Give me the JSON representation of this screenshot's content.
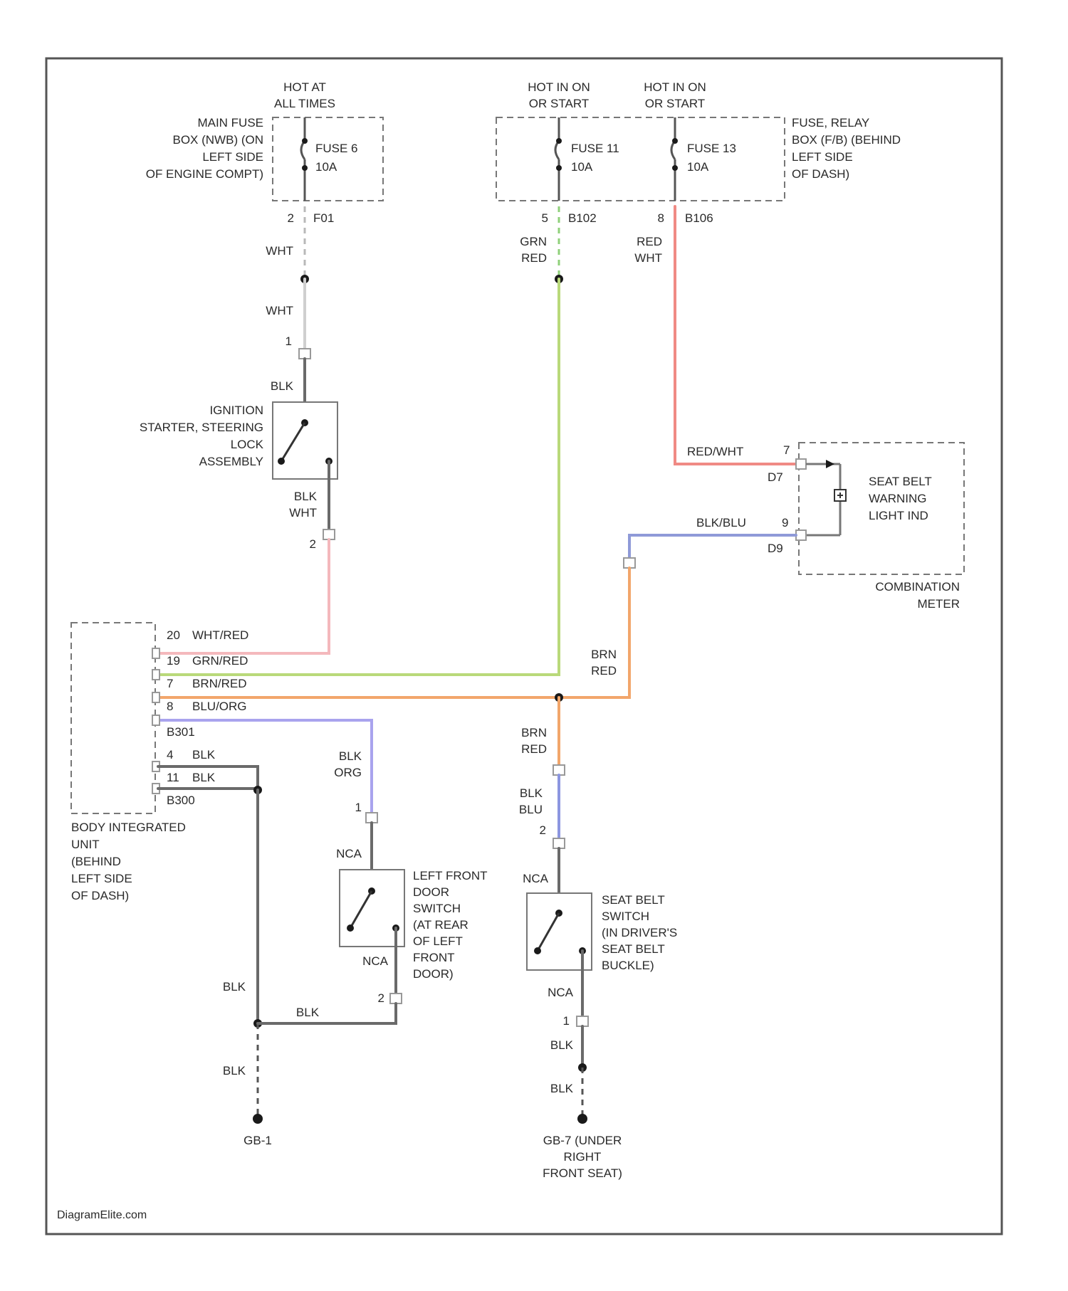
{
  "colors": {
    "frame": "#555555",
    "wire_white": "#cfcfcf",
    "wire_green_red": "#b9d97a",
    "wire_red": "#f08a84",
    "wire_red_white": "#f0a0a0",
    "wire_white_red": "#f4b8bc",
    "wire_brown_red": "#f2a66b",
    "wire_blue_orange": "#a9a3ee",
    "wire_black": "#6a6a6a",
    "wire_black_blue": "#8c96e0",
    "wire_blk_blu": "#8f9ad8"
  },
  "power": {
    "hot_always": [
      "HOT AT",
      "ALL TIMES"
    ],
    "hot_run_1": [
      "HOT IN ON",
      "OR START"
    ],
    "hot_run_2": [
      "HOT IN ON",
      "OR START"
    ],
    "main_fuse_box": [
      "MAIN FUSE",
      "BOX (NWB) (ON",
      "LEFT SIDE",
      "OF ENGINE COMPT)"
    ],
    "fuse_relay_box": [
      "FUSE, RELAY",
      "BOX (F/B) (BEHIND",
      "LEFT SIDE",
      "OF DASH)"
    ],
    "fuse_a": [
      "FUSE 6",
      "10A"
    ],
    "fuse_b": [
      "FUSE 11",
      "10A"
    ],
    "fuse_c": [
      "FUSE 13",
      "10A"
    ]
  },
  "connectors": {
    "fuse_a_out": {
      "pin": "2",
      "id": "F01"
    },
    "fuse_b_out": {
      "pin": "5",
      "id": "B102"
    },
    "fuse_c_out": {
      "pin": "8",
      "id": "B106"
    }
  },
  "wires": {
    "wht_1": "WHT",
    "wht_2": "WHT",
    "grn_red_1": [
      "GRN",
      "RED"
    ],
    "red_wht_1": [
      "RED",
      "WHT"
    ],
    "blk_ign": "BLK",
    "blk_wht": [
      "BLK",
      "WHT"
    ],
    "red_wht_meter": "RED/WHT",
    "blk_blu_meter": "BLK/BLU",
    "brn_red_1": [
      "BRN",
      "RED"
    ],
    "brn_red_2": [
      "BRN",
      "RED"
    ],
    "blk_org": [
      "BLK",
      "ORG"
    ],
    "blk_blu_2": [
      "BLK",
      "BLU"
    ],
    "nca_1": "NCA",
    "nca_2": "NCA",
    "nca_3": "NCA",
    "nca_4": "NCA",
    "blk_1": "BLK",
    "blk_2": "BLK",
    "blk_3": "BLK",
    "blk_4": "BLK",
    "blk_5": "BLK",
    "blk_6": "BLK"
  },
  "pins": {
    "ign_in": "1",
    "ign_out": "2",
    "meter_in": "7",
    "meter_in_id": "D7",
    "meter_out": "9",
    "meter_out_id": "D9",
    "door_in": "1",
    "door_out": "2",
    "belt_in": "2",
    "belt_out": "1"
  },
  "components": {
    "ignition": [
      "IGNITION",
      "STARTER, STEERING",
      "LOCK",
      "ASSEMBLY"
    ],
    "seat_belt_light": [
      "SEAT BELT",
      "WARNING",
      "LIGHT IND"
    ],
    "combination_meter": [
      "COMBINATION",
      "METER"
    ],
    "bcm": [
      "BODY INTEGRATED",
      "UNIT",
      "(BEHIND",
      "LEFT SIDE",
      "OF DASH)"
    ],
    "door_switch": [
      "LEFT FRONT",
      "DOOR",
      "SWITCH",
      "(AT REAR",
      "OF LEFT",
      "FRONT",
      "DOOR)"
    ],
    "belt_switch": [
      "SEAT BELT",
      "SWITCH",
      "(IN DRIVER'S",
      "SEAT BELT",
      "BUCKLE)"
    ]
  },
  "bcm_pins": [
    {
      "pin": "20",
      "wire": "WHT/RED"
    },
    {
      "pin": "19",
      "wire": "GRN/RED"
    },
    {
      "pin": "7",
      "wire": "BRN/RED"
    },
    {
      "pin": "8",
      "wire": "BLU/ORG"
    },
    {
      "pin": "",
      "wire": "B301"
    },
    {
      "pin": "4",
      "wire": "BLK"
    },
    {
      "pin": "11",
      "wire": "BLK"
    },
    {
      "pin": "",
      "wire": "B300"
    }
  ],
  "grounds": {
    "g1": "GB-1",
    "g2": [
      "GB-7 (UNDER",
      "RIGHT",
      "FRONT SEAT)"
    ]
  },
  "watermark": "DiagramElite.com"
}
